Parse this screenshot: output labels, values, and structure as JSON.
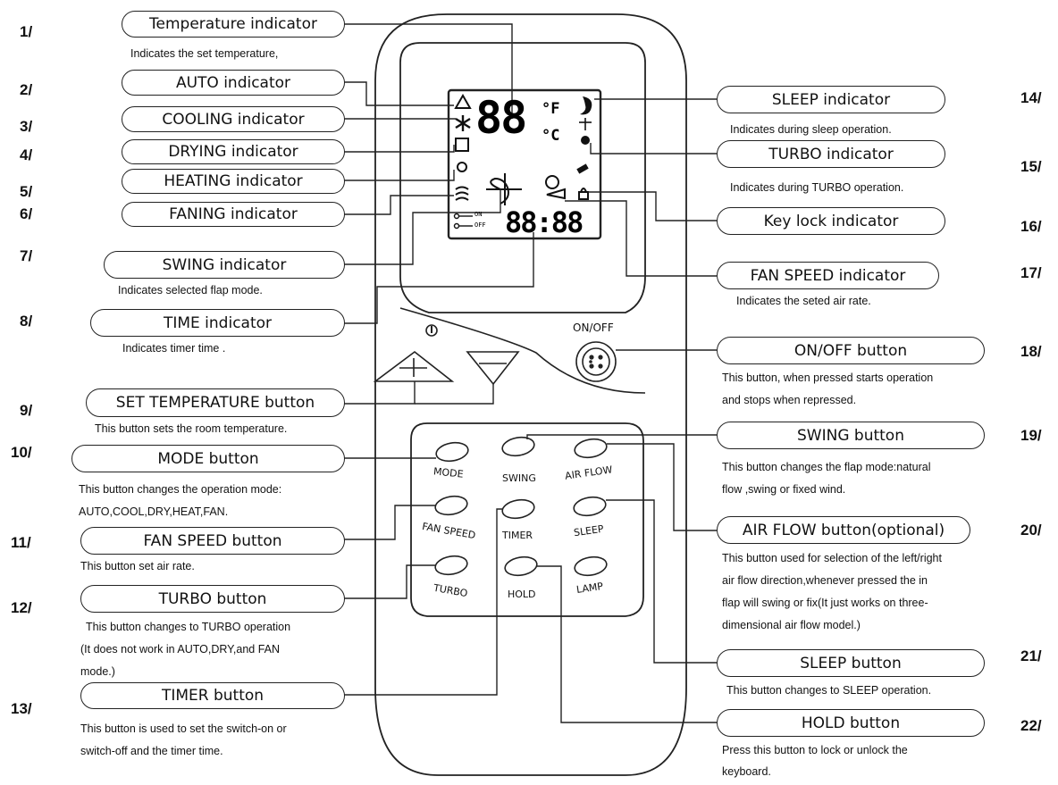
{
  "indicators": [
    {
      "num": "1/",
      "label": "Temperature indicator",
      "desc": [
        "Indicates the set temperature,"
      ]
    },
    {
      "num": "2/",
      "label": "AUTO indicator",
      "desc": []
    },
    {
      "num": "3/",
      "label": "COOLING indicator",
      "desc": []
    },
    {
      "num": "4/",
      "label": "DRYING indicator",
      "desc": []
    },
    {
      "num": "5/",
      "label": "HEATING indicator",
      "desc": []
    },
    {
      "num": "6/",
      "label": "FANING indicator",
      "desc": []
    },
    {
      "num": "7/",
      "label": "SWING indicator",
      "desc": [
        "Indicates selected flap mode."
      ]
    },
    {
      "num": "8/",
      "label": "TIME indicator",
      "desc": [
        "Indicates timer time ."
      ]
    },
    {
      "num": "9/",
      "label": "SET TEMPERATURE button",
      "desc": [
        "This button sets the room temperature."
      ]
    },
    {
      "num": "10/",
      "label": "MODE button",
      "desc": [
        "This button changes  the operation mode:",
        "AUTO,COOL,DRY,HEAT,FAN."
      ]
    },
    {
      "num": "11/",
      "label": "FAN SPEED  button",
      "desc": [
        "This button set air rate."
      ]
    },
    {
      "num": "12/",
      "label": "TURBO  button",
      "desc": [
        "This button changes to TURBO operation",
        "(It does not work in AUTO,DRY,and FAN",
        "mode.)"
      ]
    },
    {
      "num": "13/",
      "label": "TIMER  button",
      "desc": [
        "This button is used to set the switch-on or",
        "switch-off and the timer time."
      ]
    },
    {
      "num": "14/",
      "label": "SLEEP indicator",
      "desc": [
        "Indicates during sleep operation."
      ]
    },
    {
      "num": "15/",
      "label": "TURBO indicator",
      "desc": [
        "Indicates during TURBO operation."
      ]
    },
    {
      "num": "16/",
      "label": "Key lock  indicator",
      "desc": []
    },
    {
      "num": "17/",
      "label": "FAN SPEED  indicator",
      "desc": [
        "Indicates the seted air rate."
      ]
    },
    {
      "num": "18/",
      "label": "ON/OFF button",
      "desc": [
        "This button, when pressed starts operation",
        "and stops when repressed."
      ]
    },
    {
      "num": "19/",
      "label": "SWING button",
      "desc": [
        "This button changes the flap mode:natural",
        "flow  ,swing or fixed wind."
      ]
    },
    {
      "num": "20/",
      "label": "AIR FLOW  button(optional)",
      "desc": [
        "This button used for selection of the left/right",
        "air flow direction,whenever pressed the in",
        "flap will swing or fix(It just works on three-",
        "dimensional air flow model.)"
      ]
    },
    {
      "num": "21/",
      "label": "SLEEP button",
      "desc": [
        "This button changes to SLEEP operation."
      ]
    },
    {
      "num": "22/",
      "label": "HOLD button",
      "desc": [
        "Press this button to lock or unlock the",
        "keyboard."
      ]
    }
  ],
  "remote": {
    "lcd_temp": "88",
    "unit_f": "°F",
    "unit_c": "°C",
    "lcd_time": "88:88",
    "on_label": "ON",
    "off_label": "OFF",
    "onoff_label": "ON/OFF",
    "buttons": [
      "MODE",
      "SWING",
      "AIR FLOW",
      "FAN SPEED",
      "TIMER",
      "SLEEP",
      "TURBO",
      "HOLD",
      "LAMP"
    ]
  }
}
